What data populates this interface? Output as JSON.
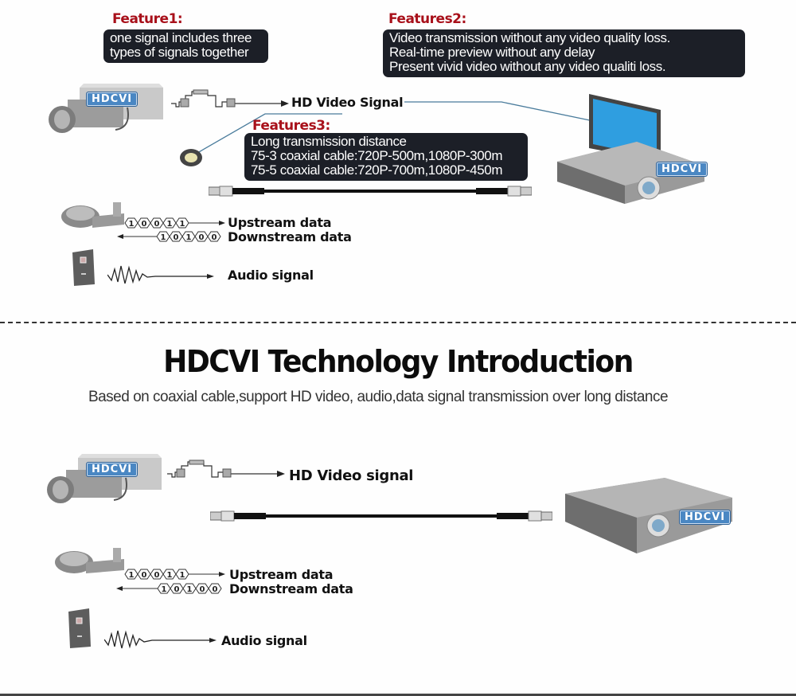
{
  "top_section": {
    "feature1": {
      "title": "Feature1:",
      "lines": [
        "one signal includes three",
        "types of signals together"
      ]
    },
    "feature2": {
      "title": "Features2:",
      "lines": [
        "Video transmission without any video quality loss.",
        "Real-time preview without any delay",
        "Present vivid video without any video qualiti loss."
      ]
    },
    "feature3": {
      "title": "Features3:",
      "lines": [
        "Long transmission distance",
        "75-3 coaxial cable:720P-500m,1080P-300m",
        "75-5 coaxial cable:720P-700m,1080P-450m"
      ]
    },
    "camera_tag": "HDCVI",
    "dvr_tag": "HDCVI",
    "video_label": "HD Video Signal",
    "upstream_label": "Upstream data",
    "downstream_label": "Downstream data",
    "upstream_bits": [
      "1",
      "0",
      "0",
      "1",
      "1"
    ],
    "downstream_bits": [
      "1",
      "0",
      "1",
      "0",
      "0"
    ],
    "audio_label": "Audio signal"
  },
  "bottom_section": {
    "title": "HDCVI Technology Introduction",
    "subtitle": "Based on coaxial cable,support HD video, audio,data signal transmission over long distance",
    "camera_tag": "HDCVI",
    "dvr_tag": "HDCVI",
    "video_label": "HD Video signal",
    "upstream_label": "Upstream data",
    "downstream_label": "Downstream data",
    "upstream_bits": [
      "1",
      "0",
      "0",
      "1",
      "1"
    ],
    "downstream_bits": [
      "1",
      "0",
      "1",
      "0",
      "0"
    ],
    "audio_label": "Audio signal"
  },
  "colors": {
    "feature_title": "#a8101a",
    "dark_box": "#1c1f27",
    "hdcvi_tag": "#4a87c3",
    "leader_line": "#4a7c9c"
  }
}
